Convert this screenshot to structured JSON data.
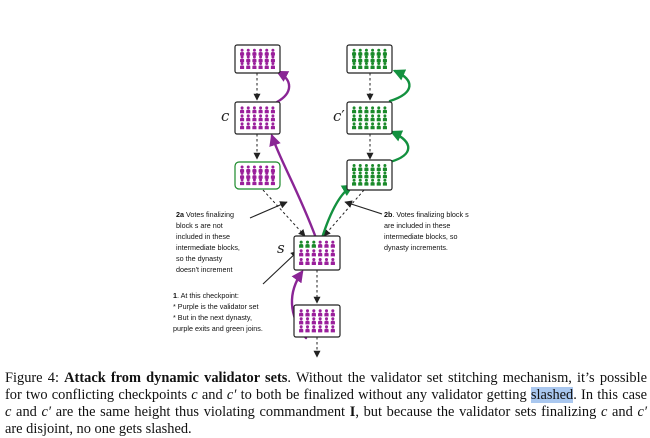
{
  "diagram": {
    "colors": {
      "purple": "#9a1f9b",
      "green": "#1a8a2a",
      "purple_arrow": "#8a2595",
      "green_arrow": "#13913f",
      "box_border": "#222222",
      "dashed": "#222222"
    },
    "labels": {
      "c": "c",
      "c_prime": "c",
      "c_prime_mark": "′",
      "s": "s"
    },
    "annotations": {
      "a2_lines": [
        {
          "bold": "2a",
          "text": " Votes finalizing"
        },
        {
          "bold": "",
          "text": "block s are not"
        },
        {
          "bold": "",
          "text": "included in these"
        },
        {
          "bold": "",
          "text": "intermediate blocks,"
        },
        {
          "bold": "",
          "text": "so the dynasty"
        },
        {
          "bold": "",
          "text": "doesn't increment"
        }
      ],
      "b2_lines": [
        {
          "bold": "2b",
          "text": ". Votes finalizing block s"
        },
        {
          "bold": "",
          "text": "are included in these"
        },
        {
          "bold": "",
          "text": "intermediate blocks, so"
        },
        {
          "bold": "",
          "text": "dynasty increments."
        }
      ],
      "n1_lines": [
        {
          "bold": "1",
          "text": ". At this checkpoint:"
        },
        {
          "bold": "",
          "text": "* Purple is the validator set"
        },
        {
          "bold": "",
          "text": "* But in the next dynasty,"
        },
        {
          "bold": "",
          "text": "   purple exits and green joins."
        }
      ]
    },
    "icon": "validator-person-icon"
  },
  "caption": {
    "figure_label": "Figure 4: ",
    "bold_title": "Attack from dynamic validator sets",
    "line1_rest": ". Without the validator set stitching mechanism, it’s possible",
    "line2_a": "for two conflicting checkpoints ",
    "c": "c",
    "line2_and": " and ",
    "c_prime": "c′",
    "line2_b": " to both be finalized without any validator getting ",
    "slashed": "slashed",
    "line2_c": ". In this case",
    "line3_a": " and ",
    "line3_b": " are the same height thus violating commandment ",
    "commandment": "I",
    "line3_c": ", but because the validator sets finalizing ",
    "line3_and": " and ",
    "line4": "are disjoint, no one gets slashed."
  }
}
